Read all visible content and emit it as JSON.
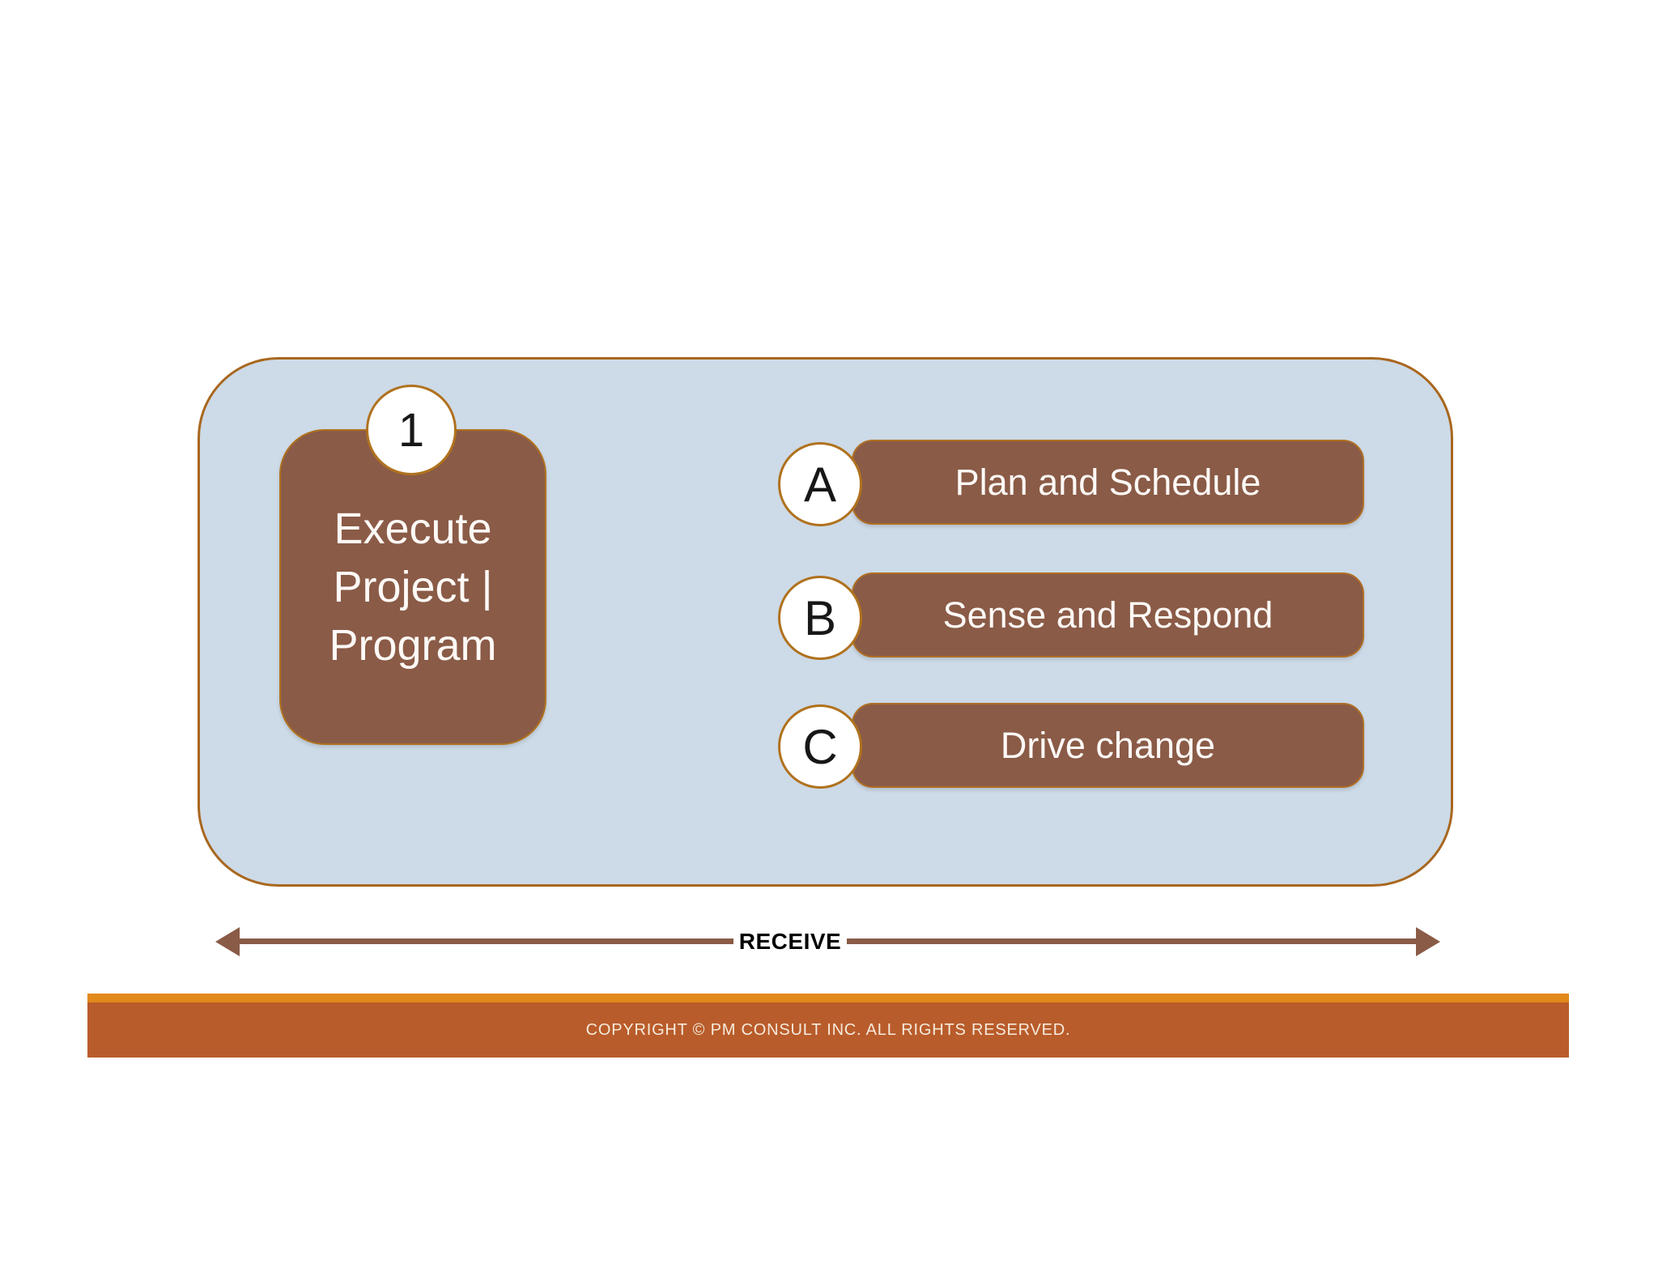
{
  "panel": {
    "step_number": "1",
    "step_card_label": "Execute Project | Program",
    "rows": [
      {
        "letter": "A",
        "label": "Plan and Schedule"
      },
      {
        "letter": "B",
        "label": "Sense and Respond"
      },
      {
        "letter": "C",
        "label": "Drive change"
      }
    ]
  },
  "receive": {
    "label": "RECEIVE"
  },
  "footer": {
    "copyright": "COPYRIGHT © PM CONSULT INC. ALL RIGHTS RESERVED."
  },
  "colors": {
    "panel_fill": "#CDDAE7",
    "panel_border": "#A8671E",
    "shape_fill": "#8A5B47",
    "accent_border": "#B0721E",
    "arrow": "#8A5B47",
    "footer_stripe": "#E2891B",
    "footer_band": "#B95C2B",
    "shape_text": "#FDF9F6",
    "badge_text": "#171717"
  }
}
